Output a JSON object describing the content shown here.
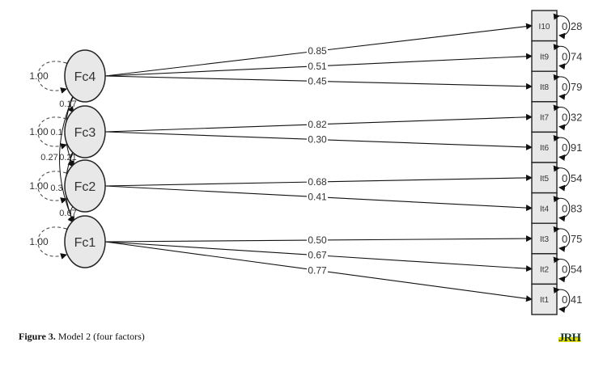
{
  "factors": [
    {
      "name": "Fc4",
      "variance": "1.00",
      "items": [
        {
          "item": "I10",
          "loading": "0.85"
        },
        {
          "item": "It9",
          "loading": "0.51"
        },
        {
          "item": "It8",
          "loading": "0.45"
        }
      ]
    },
    {
      "name": "Fc3",
      "variance": "1.00",
      "items": [
        {
          "item": "It7",
          "loading": "0.82"
        },
        {
          "item": "It6",
          "loading": "0.30"
        }
      ]
    },
    {
      "name": "Fc2",
      "variance": "1.00",
      "items": [
        {
          "item": "It5",
          "loading": "0.68"
        },
        {
          "item": "It4",
          "loading": "0.41"
        }
      ]
    },
    {
      "name": "Fc1",
      "variance": "1.00",
      "items": [
        {
          "item": "It3",
          "loading": "0.50"
        },
        {
          "item": "It2",
          "loading": "0.67"
        },
        {
          "item": "It1",
          "loading": "0.77"
        }
      ]
    }
  ],
  "items": [
    {
      "name": "I10",
      "residual": "0.28"
    },
    {
      "name": "It9",
      "residual": "0.74"
    },
    {
      "name": "It8",
      "residual": "0.79"
    },
    {
      "name": "It7",
      "residual": "0.32"
    },
    {
      "name": "It6",
      "residual": "0.91"
    },
    {
      "name": "It5",
      "residual": "0.54"
    },
    {
      "name": "It4",
      "residual": "0.83"
    },
    {
      "name": "It3",
      "residual": "0.75"
    },
    {
      "name": "It2",
      "residual": "0.54"
    },
    {
      "name": "It1",
      "residual": "0.41"
    }
  ],
  "covariances": [
    {
      "from": "Fc4",
      "to": "Fc3",
      "value": "0.17"
    },
    {
      "from": "Fc4",
      "to": "Fc2",
      "value": "0.1"
    },
    {
      "from": "Fc4",
      "to": "Fc1",
      "value": "0.27"
    },
    {
      "from": "Fc3",
      "to": "Fc2",
      "value": "0.21"
    },
    {
      "from": "Fc3",
      "to": "Fc1",
      "value": "0.3"
    },
    {
      "from": "Fc2",
      "to": "Fc1",
      "value": "0.67"
    }
  ],
  "caption": {
    "label": "Figure 3.",
    "text": " Model 2 (four factors)"
  },
  "logo": "JRH"
}
